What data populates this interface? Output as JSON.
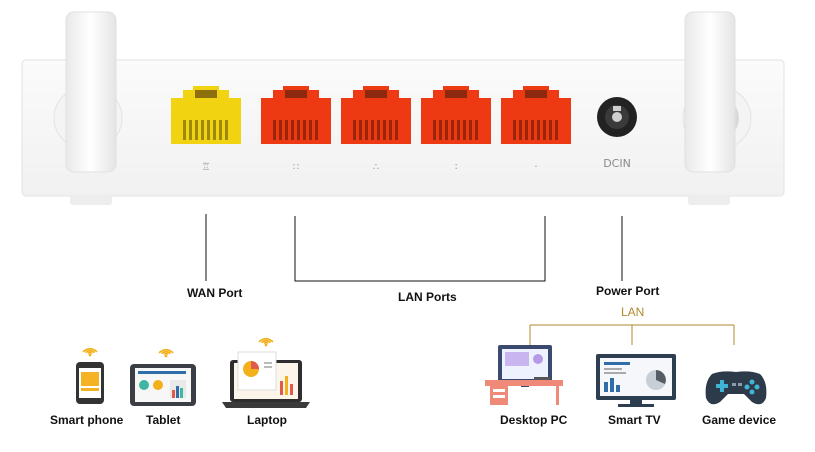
{
  "router": {
    "dc_label": "DCIN",
    "wan_port_color": "#f2d311",
    "lan_port_color": "#ee3a12",
    "wan_symbol": "♖",
    "lan_symbols": [
      "∷",
      "∴",
      "∶",
      "·"
    ]
  },
  "callouts": {
    "wan": "WAN Port",
    "lan": "LAN Ports",
    "power": "Power Port",
    "lan_branch": "LAN"
  },
  "wireless_devices": [
    {
      "label": "Smart phone",
      "icon": "smartphone-icon"
    },
    {
      "label": "Tablet",
      "icon": "tablet-icon"
    },
    {
      "label": "Laptop",
      "icon": "laptop-icon"
    }
  ],
  "wired_devices": [
    {
      "label": "Desktop PC",
      "icon": "desktop-pc-icon"
    },
    {
      "label": "Smart TV",
      "icon": "smart-tv-icon"
    },
    {
      "label": "Game device",
      "icon": "gamepad-icon"
    }
  ],
  "colors": {
    "line": "#111111",
    "lan_branch_line": "#b08a2e",
    "wifi": "#f2b11a"
  }
}
